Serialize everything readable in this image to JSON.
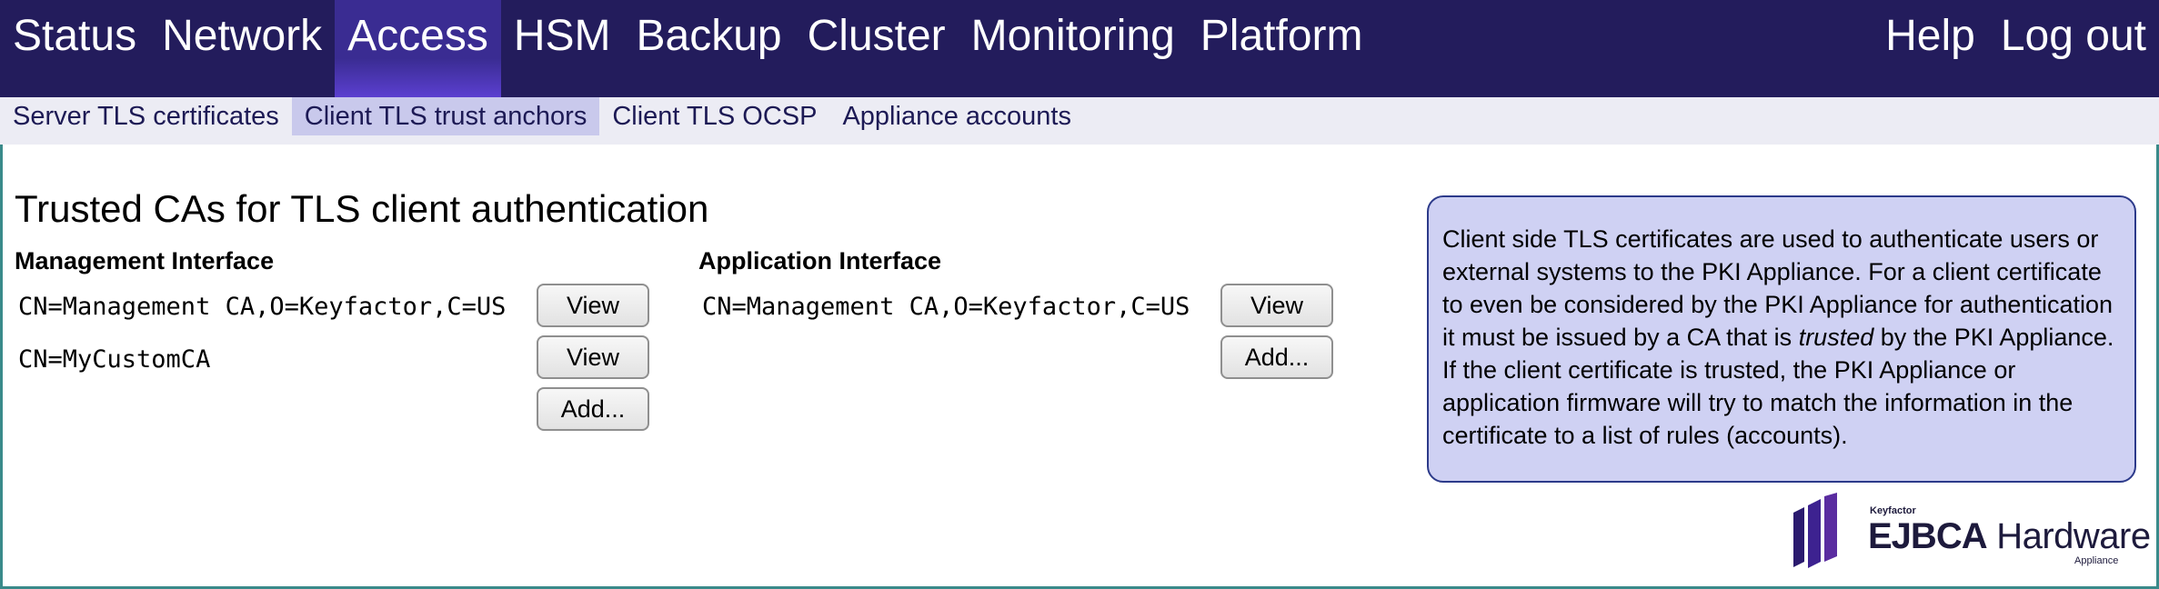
{
  "topnav": {
    "items": [
      {
        "label": "Status"
      },
      {
        "label": "Network"
      },
      {
        "label": "Access",
        "active": true
      },
      {
        "label": "HSM"
      },
      {
        "label": "Backup"
      },
      {
        "label": "Cluster"
      },
      {
        "label": "Monitoring"
      },
      {
        "label": "Platform"
      }
    ],
    "right_items": [
      {
        "label": "Help"
      },
      {
        "label": "Log out"
      }
    ]
  },
  "subnav": {
    "items": [
      {
        "label": "Server TLS certificates"
      },
      {
        "label": "Client TLS trust anchors",
        "active": true
      },
      {
        "label": "Client TLS OCSP"
      },
      {
        "label": "Appliance accounts"
      }
    ]
  },
  "main": {
    "title": "Trusted CAs for TLS client authentication",
    "management": {
      "heading": "Management Interface",
      "cas": [
        "CN=Management CA,O=Keyfactor,C=US",
        "CN=MyCustomCA"
      ],
      "view_label": "View",
      "add_label": "Add..."
    },
    "application": {
      "heading": "Application Interface",
      "cas": [
        "CN=Management CA,O=Keyfactor,C=US"
      ],
      "view_label": "View",
      "add_label": "Add..."
    }
  },
  "info": {
    "text_before": "Client side TLS certificates are used to authenticate users or external systems to the PKI Appliance. For a client certificate to even be considered by the PKI Appliance for authentication it must be issued by a CA that is ",
    "emphasis": "trusted",
    "text_after": " by the PKI Appliance. If the client certificate is trusted, the PKI Appliance or application firmware will try to match the information in the certificate to a list of rules (accounts)."
  },
  "logo": {
    "company": "Keyfactor",
    "product_bold": "EJBCA",
    "product_rest": " Hardware",
    "subtitle": "Appliance"
  },
  "colors": {
    "nav_bg": "#231c5c",
    "nav_active": "#3a2c92",
    "subnav_bg": "#ececf4",
    "subnav_active": "#c9c9ec",
    "info_bg": "#cfd1f3",
    "logo_purple": "#5a2ca0"
  }
}
